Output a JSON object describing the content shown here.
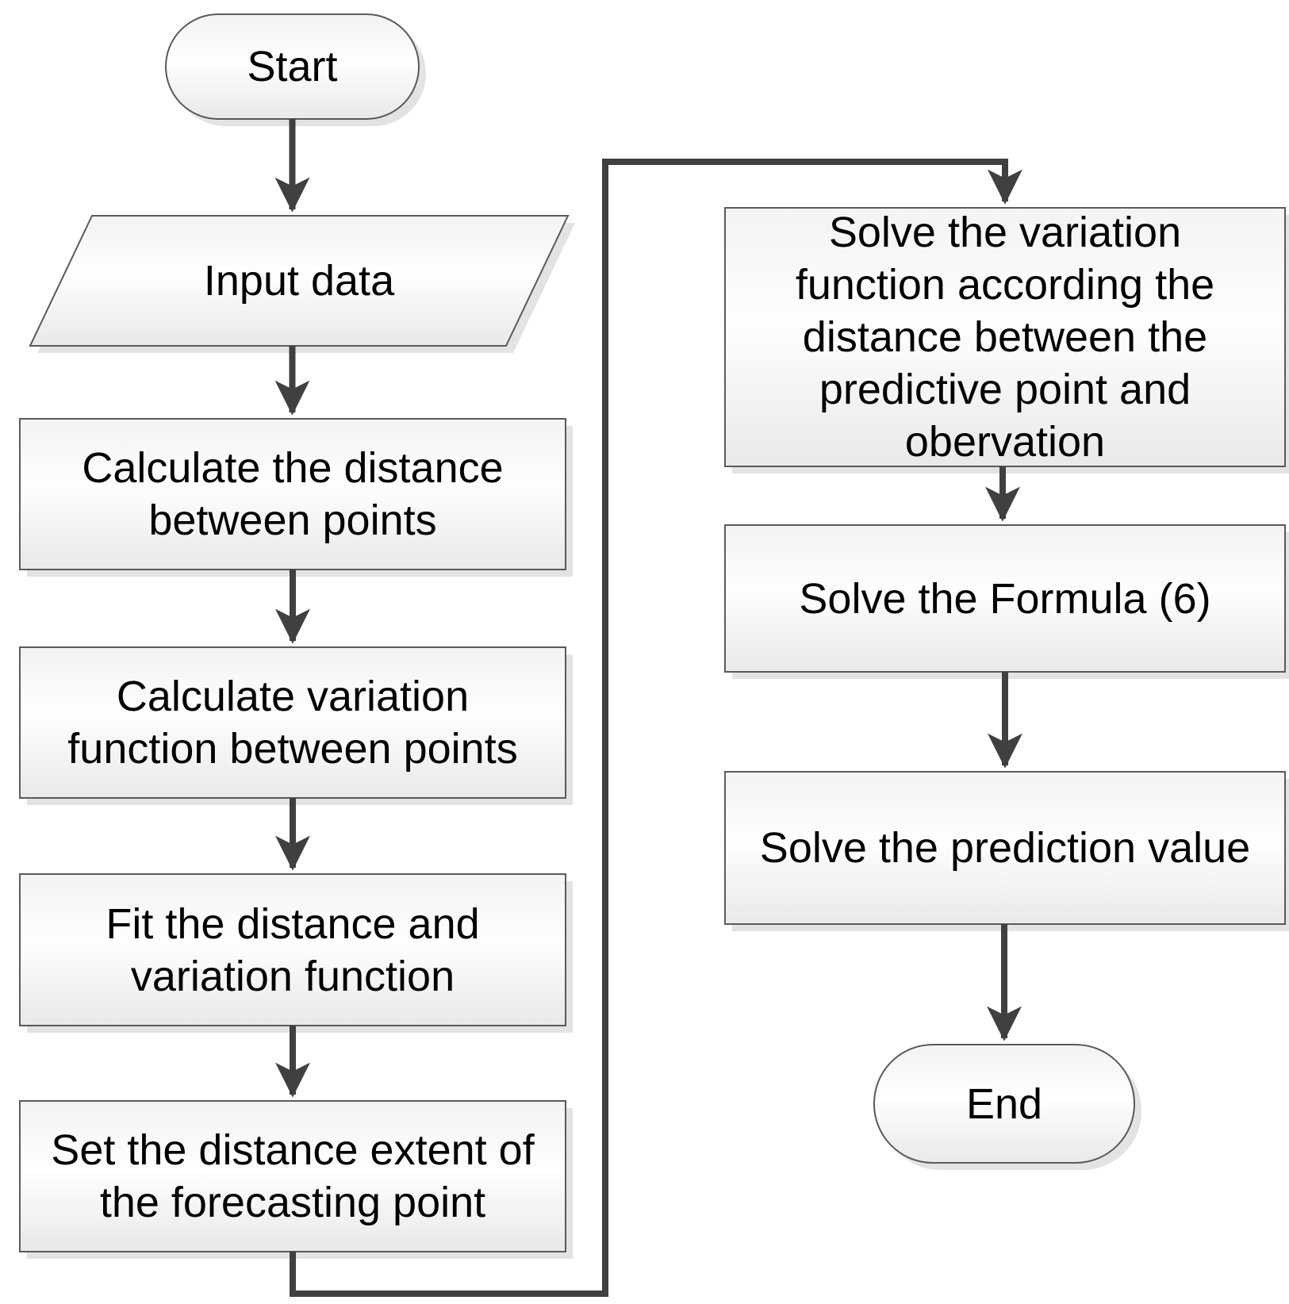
{
  "diagram": {
    "nodes": [
      {
        "id": "start",
        "shape": "terminator",
        "label": "Start"
      },
      {
        "id": "input-data",
        "shape": "parallelogram",
        "label": "Input data"
      },
      {
        "id": "calc-distance",
        "shape": "process",
        "label": "Calculate the distance\nbetween points"
      },
      {
        "id": "calc-variation",
        "shape": "process",
        "label": "Calculate variation\nfunction between points"
      },
      {
        "id": "fit-function",
        "shape": "process",
        "label": "Fit the distance and\nvariation function"
      },
      {
        "id": "set-extent",
        "shape": "process",
        "label": "Set the distance extent of\nthe forecasting point"
      },
      {
        "id": "solve-variation",
        "shape": "process",
        "label": "Solve the variation\nfunction according the\ndistance between the\npredictive point and\nobervation"
      },
      {
        "id": "solve-formula",
        "shape": "process",
        "label": "Solve the Formula (6)"
      },
      {
        "id": "solve-prediction",
        "shape": "process",
        "label": "Solve the prediction value"
      },
      {
        "id": "end",
        "shape": "terminator",
        "label": "End"
      }
    ],
    "edges": [
      {
        "from": "start",
        "to": "input-data"
      },
      {
        "from": "input-data",
        "to": "calc-distance"
      },
      {
        "from": "calc-distance",
        "to": "calc-variation"
      },
      {
        "from": "calc-variation",
        "to": "fit-function"
      },
      {
        "from": "fit-function",
        "to": "set-extent"
      },
      {
        "from": "set-extent",
        "to": "solve-variation"
      },
      {
        "from": "solve-variation",
        "to": "solve-formula"
      },
      {
        "from": "solve-formula",
        "to": "solve-prediction"
      },
      {
        "from": "solve-prediction",
        "to": "end"
      }
    ],
    "colors": {
      "background": "#ffffff",
      "node_fill_top": "#f3f3f3",
      "node_fill_middle": "#fefefe",
      "node_fill_bottom": "#e9e9e9",
      "node_border": "#5a5a5a",
      "connector": "#404040",
      "shadow": "#e3e3e3",
      "text": "#000000"
    }
  }
}
